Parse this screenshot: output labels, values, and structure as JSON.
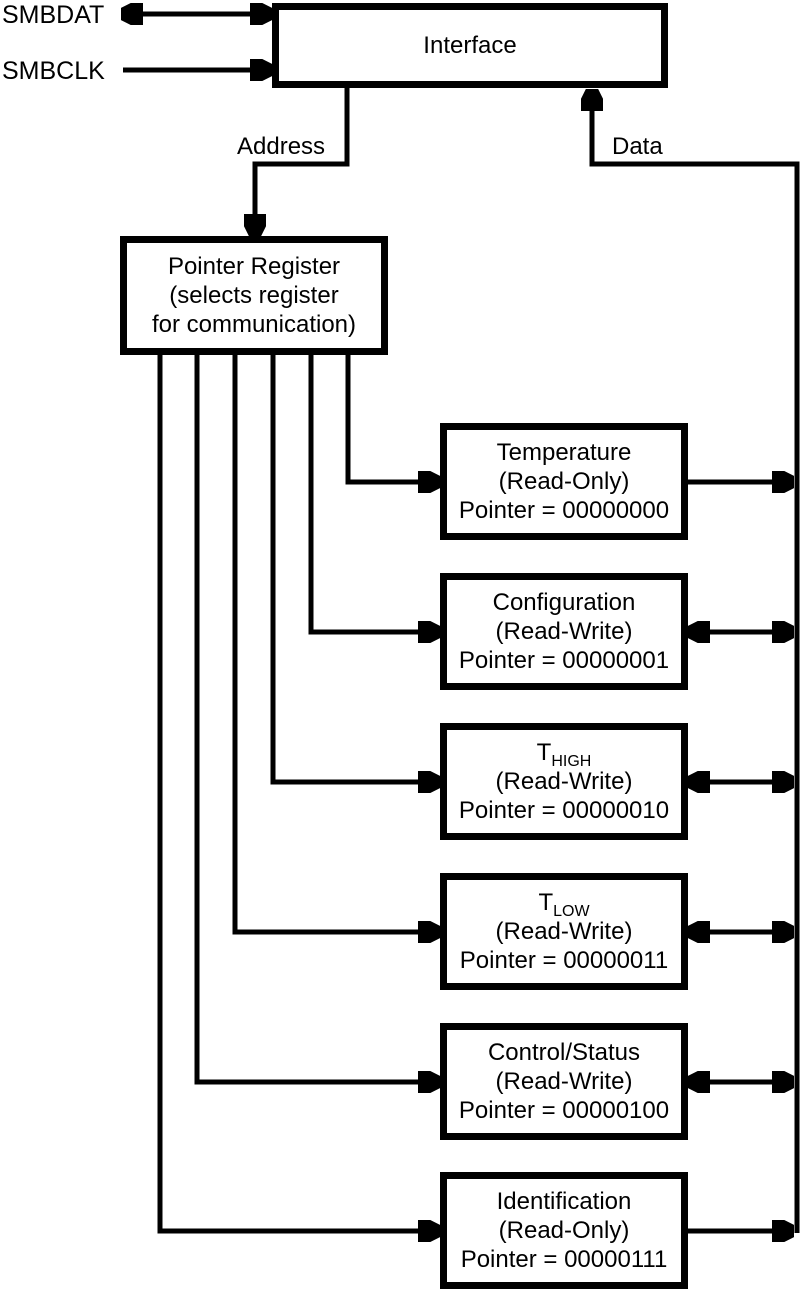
{
  "pins": [
    {
      "label": "SMBDAT",
      "direction": "bidirectional"
    },
    {
      "label": "SMBCLK",
      "direction": "input"
    }
  ],
  "interface_label": "Interface",
  "bus_labels": {
    "address": "Address",
    "data": "Data"
  },
  "pointer_register": {
    "line1": "Pointer Register",
    "line2": "(selects register",
    "line3": "for communication)"
  },
  "registers": [
    {
      "name": "Temperature",
      "sub": "",
      "access": "(Read-Only)",
      "pointer": "Pointer = 00000000",
      "bus_link": "read-only"
    },
    {
      "name": "Configuration",
      "sub": "",
      "access": "(Read-Write)",
      "pointer": "Pointer = 00000001",
      "bus_link": "read-write"
    },
    {
      "name": "T",
      "sub": "HIGH",
      "access": "(Read-Write)",
      "pointer": "Pointer = 00000010",
      "bus_link": "read-write"
    },
    {
      "name": "T",
      "sub": "LOW",
      "access": "(Read-Write)",
      "pointer": "Pointer = 00000011",
      "bus_link": "read-write"
    },
    {
      "name": "Control/Status",
      "sub": "",
      "access": "(Read-Write)",
      "pointer": "Pointer = 00000100",
      "bus_link": "read-write"
    },
    {
      "name": "Identification",
      "sub": "",
      "access": "(Read-Only)",
      "pointer": "Pointer = 00000111",
      "bus_link": "read-only"
    }
  ],
  "colors": {
    "line": "#000000",
    "background": "#ffffff",
    "text": "#000000"
  }
}
